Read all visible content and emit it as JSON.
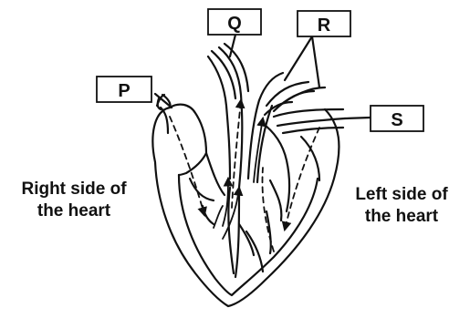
{
  "labels": {
    "p": "P",
    "q": "Q",
    "r": "R",
    "s": "S"
  },
  "sides": {
    "right": {
      "line1": "Right side of",
      "line2": "the heart"
    },
    "left": {
      "line1": "Left side of",
      "line2": "the heart"
    }
  }
}
